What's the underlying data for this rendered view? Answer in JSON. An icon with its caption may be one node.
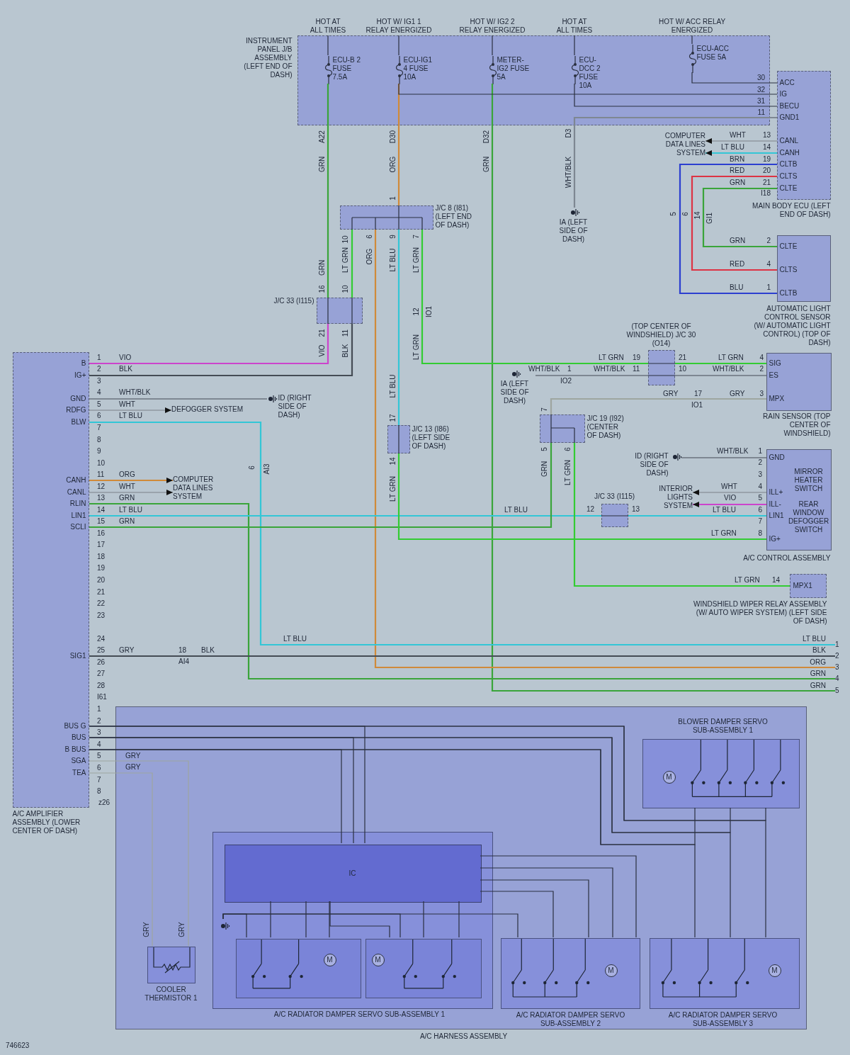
{
  "diagram": {
    "nodes": [
      {
        "text": [
          "INSTRUMENT PANEL J/B ASSEMBLY (LEFT END OF DASH)"
        ]
      },
      {
        "text": [
          "ECU-B 2 FUSE 7.5A"
        ],
        "in": 0
      },
      {
        "text": [
          "ECU-IG1 4 FUSE 10A"
        ],
        "in": 0
      },
      {
        "text": [
          "METER-IG2 FUSE 5A"
        ],
        "in": 0
      },
      {
        "text": [
          "ECU-DCC 2 FUSE 10A"
        ],
        "in": 0
      },
      {
        "text": [
          "ECU-ACC FUSE 5A"
        ],
        "in": 0
      },
      {
        "text": [
          "ACC",
          "IG",
          "BECU",
          "GND1",
          "CANL",
          "CANH",
          "CLTB",
          "CLTS",
          "CLTE",
          "MAIN BODY ECU (LEFT END OF DASH)"
        ]
      },
      {
        "text": [
          "COMPUTER DATA LINES SYSTEM"
        ]
      },
      {
        "text": [
          "J/C 8 (I81) (LEFT END OF DASH)"
        ]
      },
      {
        "text": [
          "IA (LEFT SIDE OF DASH)"
        ]
      },
      {
        "text": [
          "CLTE",
          "CLTS",
          "CLTB",
          "AUTOMATIC LIGHT CONTROL SENSOR (W/ AUTOMATIC LIGHT CONTROL) (TOP OF DASH)"
        ]
      },
      {
        "text": [
          "J/C 33 (I115)"
        ]
      },
      {
        "text": [
          "B",
          "IG+",
          "GND",
          "RDFG",
          "BLW",
          "CANH",
          "CANL",
          "RLIN",
          "LIN1",
          "SCLI",
          "SIG1",
          "BUS G",
          "BUS",
          "B BUS",
          "SGA",
          "TEA",
          "A/C AMPLIFIER ASSEMBLY (LOWER CENTER OF DASH)"
        ]
      },
      {
        "text": [
          "ID (RIGHT SIDE OF DASH)"
        ]
      },
      {
        "text": [
          "DEFOGGER SYSTEM"
        ]
      },
      {
        "text": [
          "COMPUTER DATA LINES SYSTEM"
        ]
      },
      {
        "text": [
          "(TOP CENTER OF WINDSHIELD) J/C 30 (O14)"
        ]
      },
      {
        "text": [
          "SIG",
          "ES",
          "MPX",
          "RAIN SENSOR (TOP CENTER OF WINDSHIELD)"
        ]
      },
      {
        "text": [
          "IA (LEFT SIDE OF DASH)"
        ]
      },
      {
        "text": [
          "J/C 13 (I86) (LEFT SIDE OF DASH)"
        ]
      },
      {
        "text": [
          "J/C 19 (I92) (CENTER OF DASH)"
        ]
      },
      {
        "text": [
          "GND",
          "ILL+",
          "ILL-",
          "LIN1",
          "IG+",
          "MIRROR HEATER SWITCH",
          "REAR WINDOW DEFOGGER SWITCH",
          "A/C CONTROL ASSEMBLY"
        ]
      },
      {
        "text": [
          "ID (RIGHT SIDE OF DASH)"
        ]
      },
      {
        "text": [
          "INTERIOR LIGHTS SYSTEM"
        ]
      },
      {
        "text": [
          "J/C 33 (I115)"
        ]
      },
      {
        "text": [
          "MPX1",
          "WINDSHIELD WIPER RELAY ASSEMBLY (W/ AUTO WIPER SYSTEM) (LEFT SIDE OF DASH)"
        ]
      },
      {
        "text": [
          "A/C HARNESS ASSEMBLY"
        ]
      },
      {
        "text": [
          "BLOWER DAMPER SERVO SUB-ASSEMBLY 1"
        ],
        "in": 26
      },
      {
        "text": [
          "COOLER THERMISTOR 1"
        ],
        "in": 26
      },
      {
        "text": [
          "A/C RADIATOR DAMPER SERVO SUB-ASSEMBLY 1"
        ],
        "in": 26
      },
      {
        "text": [
          "IC"
        ],
        "in": 29
      },
      {
        "text": [],
        "shape": "box",
        "in": 29
      },
      {
        "text": [],
        "shape": "box",
        "in": 29
      },
      {
        "text": [
          "A/C RADIATOR DAMPER SERVO SUB-ASSEMBLY 2"
        ],
        "in": 26
      },
      {
        "text": [
          "A/C RADIATOR DAMPER SERVO SUB-ASSEMBLY 3"
        ],
        "in": 26
      },
      {
        "text": [],
        "shape": "ground",
        "in": 29
      },
      {
        "text": [
          "M"
        ],
        "in": 27
      },
      {
        "text": [
          "M"
        ],
        "in": 31
      },
      {
        "text": [
          "M"
        ],
        "in": 32
      },
      {
        "text": [
          "M"
        ],
        "in": 33
      },
      {
        "text": [
          "M"
        ],
        "in": 34
      },
      {
        "text": [
          "1"
        ]
      },
      {
        "text": [
          "2"
        ]
      },
      {
        "text": [
          "3"
        ]
      },
      {
        "text": [
          "4"
        ]
      },
      {
        "text": [
          "5"
        ]
      }
    ],
    "edges": [
      {
        "from": 1,
        "to": 11,
        "arrow": "none",
        "color": "#3aa53a"
      },
      {
        "from": 2,
        "to": 8,
        "arrow": "none",
        "color": "#d08a3a"
      },
      {
        "from": 3,
        "to": 45,
        "arrow": "none",
        "color": "#3aa53a"
      },
      {
        "from": 4,
        "to": 6,
        "arrow": "none",
        "color": "#2a3040"
      },
      {
        "from": 2,
        "to": 6,
        "arrow": "none",
        "color": "#2a3040"
      },
      {
        "from": 5,
        "to": 6,
        "arrow": "none",
        "color": "#2a3040"
      },
      {
        "from": 6,
        "to": 9,
        "arrow": "none",
        "color": "#7e8792"
      },
      {
        "from": 6,
        "to": 7,
        "arrow": "to",
        "color": "#9aa3ac"
      },
      {
        "from": 6,
        "to": 7,
        "arrow": "to",
        "color": "#33c6d6"
      },
      {
        "from": 6,
        "to": 10,
        "arrow": "none",
        "color": "#2c3fd0"
      },
      {
        "from": 6,
        "to": 10,
        "arrow": "none",
        "color": "#dd3344"
      },
      {
        "from": 6,
        "to": 10,
        "arrow": "none",
        "color": "#3aa53a"
      },
      {
        "from": 8,
        "to": 11,
        "arrow": "none",
        "color": "#33cc33"
      },
      {
        "from": 8,
        "to": 43,
        "arrow": "none",
        "color": "#d08a3a"
      },
      {
        "from": 8,
        "to": 19,
        "arrow": "none",
        "color": "#33c6d6"
      },
      {
        "from": 8,
        "to": 16,
        "arrow": "none",
        "color": "#33cc33"
      },
      {
        "from": 11,
        "to": 12,
        "arrow": "none",
        "color": "#cc44cc"
      },
      {
        "from": 11,
        "to": 12,
        "arrow": "none",
        "color": "#454c55"
      },
      {
        "from": 12,
        "to": 13,
        "arrow": "none",
        "color": "#7e8792"
      },
      {
        "from": 12,
        "to": 14,
        "arrow": "to",
        "color": "#9aa3ac"
      },
      {
        "from": 12,
        "to": 41,
        "arrow": "none",
        "color": "#33c6d6"
      },
      {
        "from": 12,
        "to": 15,
        "arrow": "to",
        "color": "#d08a3a"
      },
      {
        "from": 12,
        "to": 15,
        "arrow": "to",
        "color": "#9aa3ac"
      },
      {
        "from": 12,
        "to": 44,
        "arrow": "none",
        "color": "#3aa53a"
      },
      {
        "from": 12,
        "to": 24,
        "arrow": "none",
        "color": "#33c6d6"
      },
      {
        "from": 24,
        "to": 21,
        "arrow": "none",
        "color": "#33c6d6"
      },
      {
        "from": 12,
        "to": 20,
        "arrow": "none",
        "color": "#3aa53a"
      },
      {
        "from": 19,
        "to": 21,
        "arrow": "none",
        "color": "#33cc33"
      },
      {
        "from": 20,
        "to": 17,
        "arrow": "none",
        "color": "#9ea6a0"
      },
      {
        "from": 20,
        "to": 25,
        "arrow": "none",
        "color": "#33cc33"
      },
      {
        "from": 16,
        "to": 17,
        "arrow": "none",
        "color": "#33cc33"
      },
      {
        "from": 16,
        "to": 17,
        "arrow": "none",
        "color": "#7e8792"
      },
      {
        "from": 16,
        "to": 18,
        "arrow": "none",
        "color": "#7e8792"
      },
      {
        "from": 21,
        "to": 22,
        "arrow": "none",
        "color": "#7e8792"
      },
      {
        "from": 21,
        "to": 23,
        "arrow": "to",
        "color": "#9aa3ac"
      },
      {
        "from": 21,
        "to": 23,
        "arrow": "to",
        "color": "#cc44cc"
      },
      {
        "from": 12,
        "to": 30,
        "arrow": "none",
        "color": "#2a3040"
      },
      {
        "from": 12,
        "to": 27,
        "arrow": "none",
        "color": "#2a3040"
      },
      {
        "from": 12,
        "to": 34,
        "arrow": "none",
        "color": "#2a3040"
      },
      {
        "from": 12,
        "to": 30,
        "arrow": "none",
        "color": "#2a3040"
      },
      {
        "from": 12,
        "to": 27,
        "arrow": "none",
        "color": "#2a3040"
      },
      {
        "from": 12,
        "to": 34,
        "arrow": "none",
        "color": "#2a3040"
      },
      {
        "from": 12,
        "to": 30,
        "arrow": "none",
        "color": "#2a3040"
      },
      {
        "from": 12,
        "to": 27,
        "arrow": "none",
        "color": "#2a3040"
      },
      {
        "from": 12,
        "to": 34,
        "arrow": "none",
        "color": "#2a3040"
      },
      {
        "from": 12,
        "to": 28,
        "arrow": "none",
        "color": "#9ea6a0"
      },
      {
        "from": 12,
        "to": 28,
        "arrow": "none",
        "color": "#9ea6a0"
      },
      {
        "from": 30,
        "to": 33,
        "arrow": "none",
        "color": "#2a3040"
      },
      {
        "from": 30,
        "to": 33,
        "arrow": "none",
        "color": "#2a3040"
      },
      {
        "from": 30,
        "to": 33,
        "arrow": "none",
        "color": "#2a3040"
      },
      {
        "from": 30,
        "to": 33,
        "arrow": "none",
        "color": "#2a3040"
      },
      {
        "from": 30,
        "to": 31,
        "arrow": "none",
        "color": "#2a3040"
      },
      {
        "from": 30,
        "to": 31,
        "arrow": "none",
        "color": "#2a3040"
      },
      {
        "from": 30,
        "to": 31,
        "arrow": "none",
        "color": "#2a3040"
      },
      {
        "from": 30,
        "to": 32,
        "arrow": "none",
        "color": "#2a3040"
      },
      {
        "from": 30,
        "to": 32,
        "arrow": "none",
        "color": "#2a3040"
      },
      {
        "from": 30,
        "to": 32,
        "arrow": "none",
        "color": "#2a3040"
      },
      {
        "from": 35,
        "to": 31,
        "arrow": "none",
        "color": "#2a3040"
      },
      {
        "from": 35,
        "to": 32,
        "arrow": "none",
        "color": "#2a3040"
      },
      {
        "from": 35,
        "to": 33,
        "arrow": "none",
        "color": "#2a3040"
      },
      {
        "from": 12,
        "to": 42,
        "arrow": "none",
        "color": "#454c55"
      }
    ],
    "labels": [
      "HOT AT ALL TIMES",
      "HOT W/ IG1 1 RELAY ENERGIZED",
      "HOT W/ IG2 2 RELAY ENERGIZED",
      "HOT AT ALL TIMES",
      "HOT W/ ACC RELAY ENERGIZED",
      "30",
      "32",
      "31",
      "11",
      "WHT",
      "13",
      "LT BLU",
      "14",
      "BRN",
      "19",
      "RED",
      "20",
      "GRN",
      "21",
      "I18",
      "A22",
      "D30",
      "D32",
      "D3",
      "GRN",
      "ORG",
      "GRN",
      "WHT/BLK",
      "1",
      "10",
      "6",
      "9",
      "7",
      "GRN",
      "LT GRN",
      "ORG",
      "LT BLU",
      "LT GRN",
      "16",
      "10",
      "21",
      "11",
      "12",
      "IO1",
      "VIO",
      "BLK",
      "LT GRN",
      "5",
      "6",
      "14",
      "GI1",
      "GRN",
      "2",
      "RED",
      "4",
      "BLU",
      "1",
      "LT GRN",
      "19",
      "21",
      "LT GRN",
      "4",
      "WHT/BLK",
      "1",
      "WHT/BLK",
      "11",
      "10",
      "WHT/BLK",
      "2",
      "IO2",
      "GRY",
      "17",
      "GRY",
      "3",
      "IO1",
      "1",
      "VIO",
      "2",
      "BLK",
      "3",
      "4",
      "WHT/BLK",
      "5",
      "WHT",
      "6",
      "LT BLU",
      "7",
      "8",
      "9",
      "10",
      "11",
      "ORG",
      "12",
      "WHT",
      "13",
      "GRN",
      "14",
      "LT BLU",
      "15",
      "GRN",
      "16",
      "17",
      "18",
      "19",
      "20",
      "21",
      "22",
      "23",
      "24",
      "25",
      "GRY",
      "26",
      "27",
      "28",
      "I61",
      "18",
      "BLK",
      "AI4",
      "6",
      "AI3",
      "LT BLU",
      "17",
      "14",
      "LT GRN",
      "7",
      "5",
      "6",
      "GRN",
      "LT GRN",
      "WHT/BLK",
      "1",
      "2",
      "3",
      "WHT",
      "4",
      "VIO",
      "5",
      "LT BLU",
      "12",
      "13",
      "LT BLU",
      "6",
      "7",
      "LT GRN",
      "8",
      "LT GRN",
      "14",
      "LT BLU",
      "LT BLU",
      "BLK",
      "ORG",
      "GRN",
      "GRN",
      "1",
      "2",
      "3",
      "4",
      "5",
      "6",
      "7",
      "8",
      "z26",
      "GRY",
      "GRY",
      "GRY",
      "GRY",
      "746623"
    ]
  }
}
